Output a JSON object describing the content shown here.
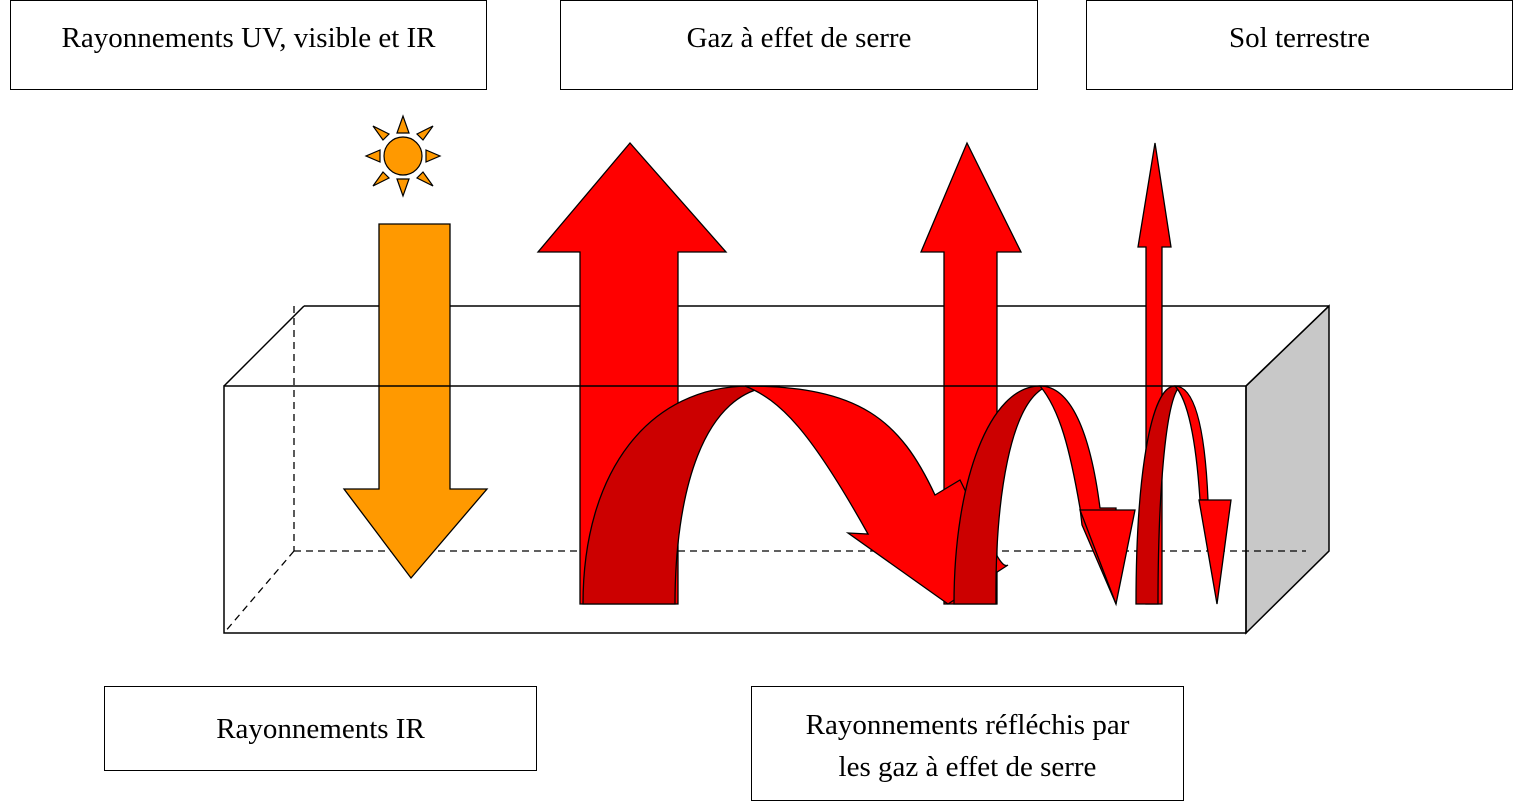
{
  "labels": {
    "uv_visible_ir": "Rayonnements UV, visible et IR",
    "greenhouse_gas": "Gaz à effet de serre",
    "ground": "Sol terrestre",
    "ir": "Rayonnements IR",
    "reflected": "Rayonnements réfléchis par\nles gaz à effet de serre"
  },
  "colors": {
    "sun": "#FF9900",
    "incoming_arrow": "#FF9900",
    "ir_arrow": "#FF0000",
    "arc_inner": "#CC0000",
    "box_side": "#C8C8C8",
    "outline": "#000000"
  },
  "icons": [
    "sun-icon"
  ]
}
